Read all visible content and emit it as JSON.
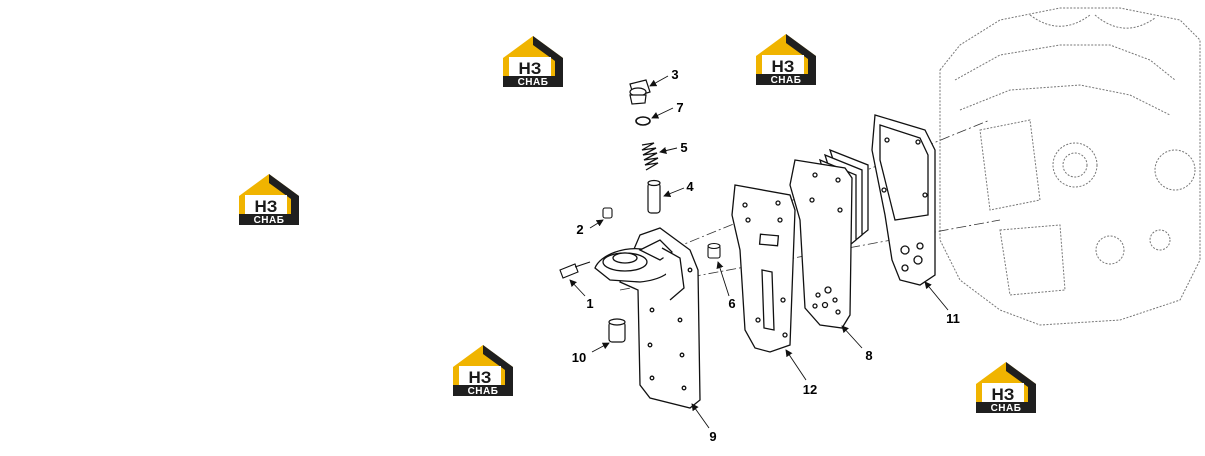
{
  "colors": {
    "logo_accent": "#f0b400",
    "logo_dark": "#1f1f1f",
    "line": "#111111",
    "leader": "#555555"
  },
  "watermark": {
    "top": "НЗ",
    "bottom": "СНАБ"
  },
  "callouts": [
    "1",
    "2",
    "3",
    "4",
    "5",
    "6",
    "7",
    "8",
    "9",
    "10",
    "11",
    "12"
  ]
}
